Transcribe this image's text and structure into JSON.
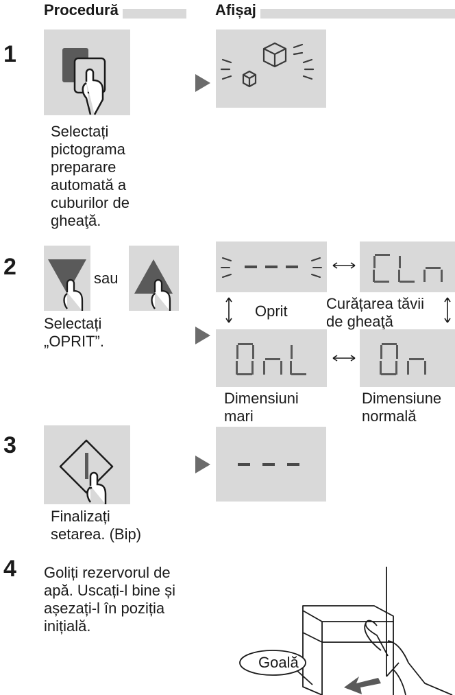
{
  "header": {
    "procedure_label": "Procedură",
    "display_label": "Afișaj"
  },
  "steps": [
    {
      "number": "1",
      "instruction": "Selectați\npictograma\npreparare\nautomată a\ncuburilor de\ngheaţă.",
      "icon": "auto-ice-icon"
    },
    {
      "number": "2",
      "or_label": "sau",
      "instruction": "Selectați\n„OPRIT”.",
      "states": [
        {
          "display": "- - -",
          "label": "Oprit"
        },
        {
          "display": "CLn",
          "label": "Curățarea tăvii\nde gheaţă"
        },
        {
          "display": "OnL",
          "label": "Dimensiuni\nmari"
        },
        {
          "display": "On",
          "label": "Dimensiune\nnormală"
        }
      ]
    },
    {
      "number": "3",
      "instruction": "Finalizați\nsetarea. (Bip)",
      "display": "- - -"
    },
    {
      "number": "4",
      "instruction": "Goliți rezervorul de\napă. Uscați-l bine și\nașezați-l în poziția\ninițială.",
      "callout": "Goală"
    }
  ],
  "colors": {
    "panel_gray": "#d9d9d9",
    "segment_gray": "#6b6b6b",
    "text": "#1a1a1a"
  }
}
